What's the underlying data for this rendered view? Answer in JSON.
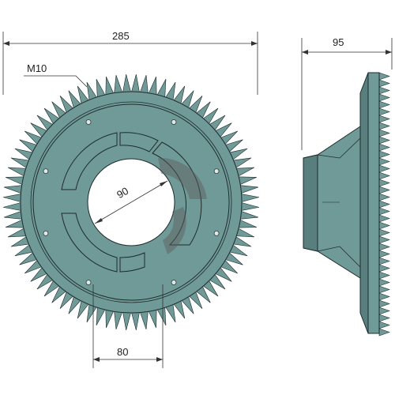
{
  "dimensions": {
    "overall_diameter": "285",
    "hub_width": "95",
    "thread": "M10",
    "bore_diameter": "90",
    "bolt_spacing": "80"
  },
  "colors": {
    "part": "#6f9a98",
    "part_dark": "#587f7d",
    "outline": "#1e2b2b",
    "watermark": "#5a5a5a"
  }
}
